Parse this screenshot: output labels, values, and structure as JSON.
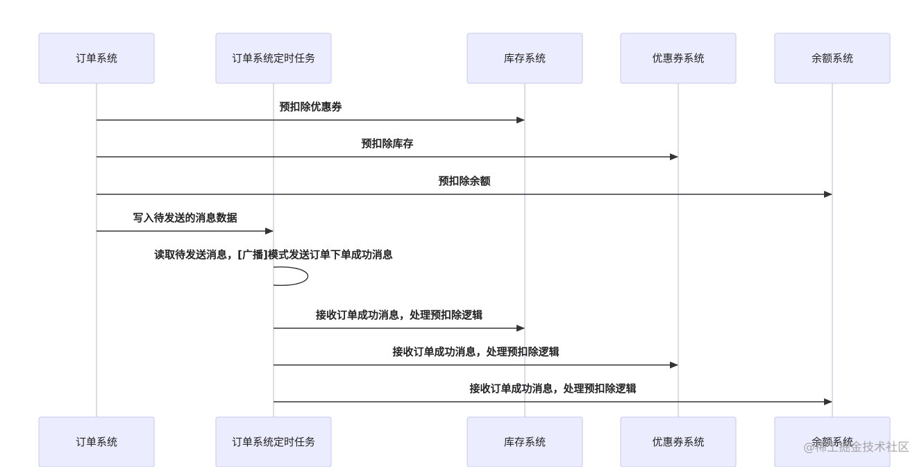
{
  "actors": [
    {
      "id": "order",
      "label": "订单系统"
    },
    {
      "id": "task",
      "label": "订单系统定时任务"
    },
    {
      "id": "stock",
      "label": "库存系统"
    },
    {
      "id": "coupon",
      "label": "优惠券系统"
    },
    {
      "id": "balance",
      "label": "余额系统"
    }
  ],
  "messages": [
    {
      "from": "order",
      "to": "stock",
      "label": "预扣除优惠券"
    },
    {
      "from": "order",
      "to": "coupon",
      "label": "预扣除库存"
    },
    {
      "from": "order",
      "to": "balance",
      "label": "预扣除余额"
    },
    {
      "from": "order",
      "to": "task",
      "label": "写入待发送的消息数据"
    },
    {
      "from": "task",
      "to": "task",
      "label": "读取待发送消息，[广播]模式发送订单下单成功消息",
      "self": true
    },
    {
      "from": "task",
      "to": "stock",
      "label": "接收订单成功消息，处理预扣除逻辑"
    },
    {
      "from": "task",
      "to": "coupon",
      "label": "接收订单成功消息，处理预扣除逻辑"
    },
    {
      "from": "task",
      "to": "balance",
      "label": "接收订单成功消息，处理预扣除逻辑"
    }
  ],
  "watermark": "@稀土掘金技术社区"
}
